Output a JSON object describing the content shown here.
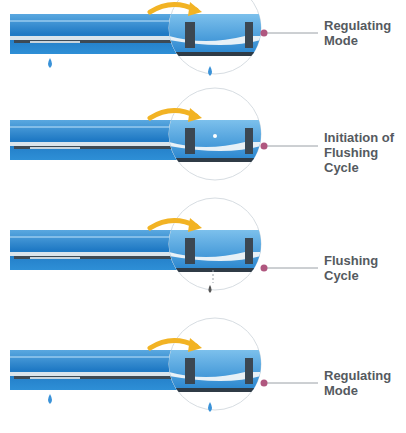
{
  "diagram": {
    "labels": [
      "Regulating Mode",
      "Initiation of Flushing Cycle",
      "Flushing Cycle",
      "Regulating Mode"
    ]
  }
}
